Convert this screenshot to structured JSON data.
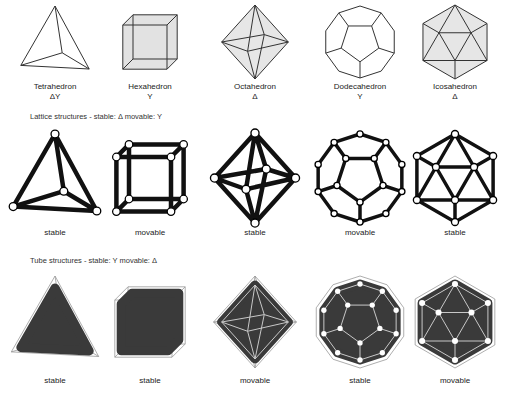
{
  "diagram": {
    "labels": [
      "Tetrahedron",
      "ΔY",
      "Hexahedron",
      "Y",
      "Octahedron",
      "Δ",
      "Dodecahedron",
      "Y",
      "Icosahedron",
      "Δ",
      "Lattice structures - stable: Δ  movable: Y",
      "stable",
      "movable",
      "stable",
      "movable",
      "stable",
      "Tube structures - stable: Y  movable: Δ",
      "stable",
      "stable",
      "movable",
      "stable",
      "movable"
    ]
  }
}
